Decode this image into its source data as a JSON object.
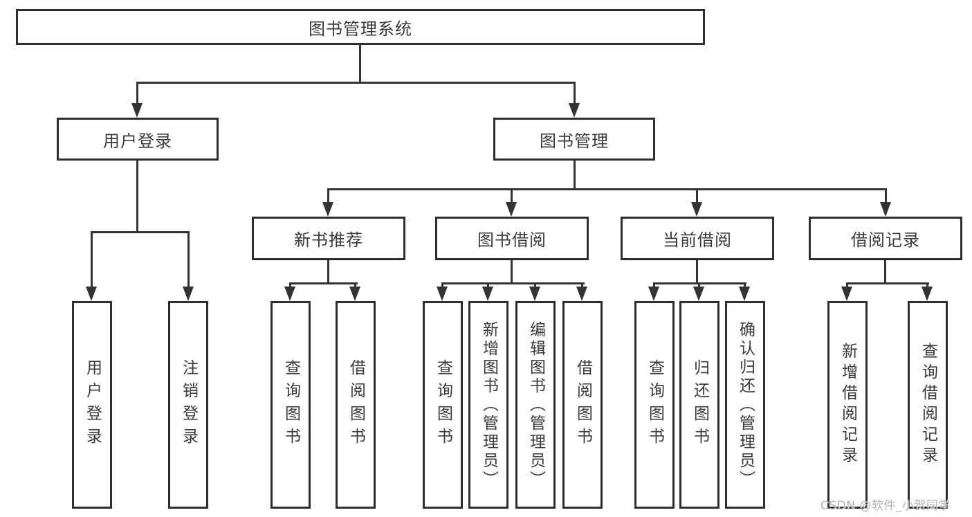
{
  "tree": {
    "label": "图书管理系统",
    "children": [
      {
        "label": "用户登录",
        "children": [
          {
            "label": "用户登录"
          },
          {
            "label": "注销登录"
          }
        ]
      },
      {
        "label": "图书管理",
        "children": [
          {
            "label": "新书推荐",
            "children": [
              {
                "label": "查询图书"
              },
              {
                "label": "借阅图书"
              }
            ]
          },
          {
            "label": "图书借阅",
            "children": [
              {
                "label": "查询图书"
              },
              {
                "label": "新增图书（管理员）"
              },
              {
                "label": "编辑图书（管理员）"
              },
              {
                "label": "借阅图书"
              }
            ]
          },
          {
            "label": "当前借阅",
            "children": [
              {
                "label": "查询图书"
              },
              {
                "label": "归还图书"
              },
              {
                "label": "确认归还（管理员）"
              }
            ]
          },
          {
            "label": "借阅记录",
            "children": [
              {
                "label": "新增借阅记录"
              },
              {
                "label": "查询借阅记录"
              }
            ]
          }
        ]
      }
    ]
  },
  "watermark": "CSDN @软件_小贺同学",
  "colors": {
    "line": "#333333",
    "box_border": "#2e2e2e",
    "box_fill": "#ffffff",
    "text": "#3a3a3a",
    "watermark": "#b2b2b2"
  }
}
